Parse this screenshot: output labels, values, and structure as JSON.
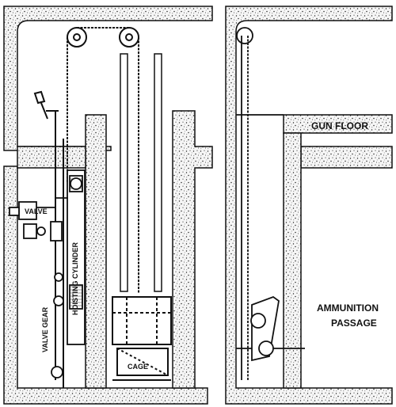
{
  "labels": {
    "valve": "VALVE",
    "hoisting_cylinder": "HOISTING CYLINDER",
    "valve_gear": "VALVE GEAR",
    "cage": "CAGE",
    "gun_floor": "GUN FLOOR",
    "ammunition_line1": "AMMUNITION",
    "ammunition_line2": "PASSAGE"
  },
  "colors": {
    "ink": "#111111",
    "wall_fill": "#f4f4f4",
    "speckle": "#222222"
  }
}
